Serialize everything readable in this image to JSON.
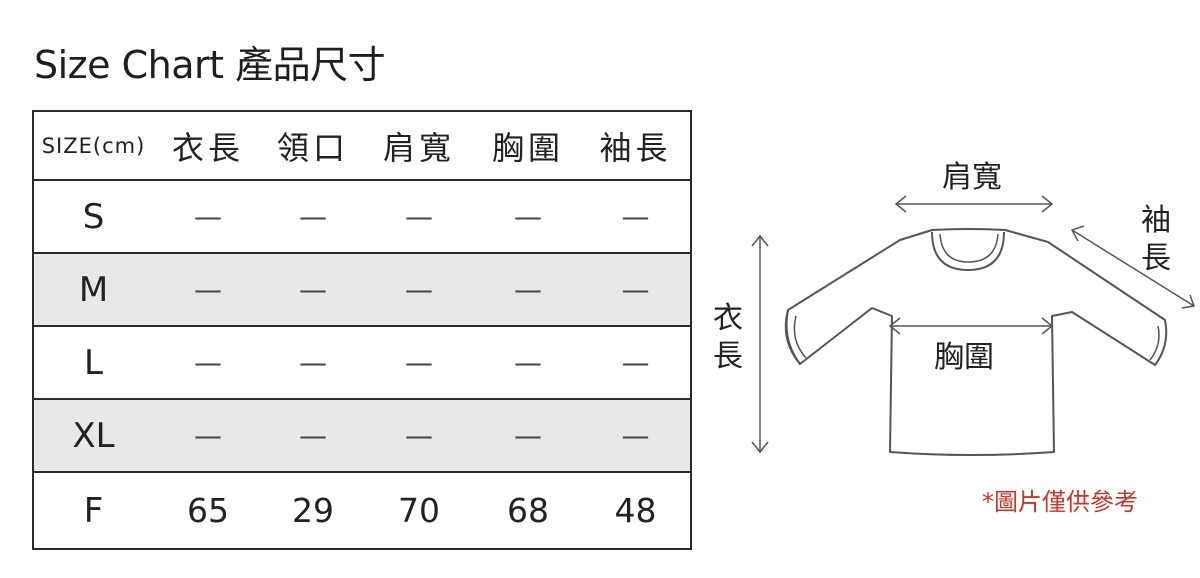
{
  "title": "Size Chart 產品尺寸",
  "table": {
    "headers": [
      "SIZE(cm)",
      "衣長",
      "領口",
      "肩寬",
      "胸圍",
      "袖長"
    ],
    "rows": [
      {
        "size": "S",
        "values": [
          "—",
          "—",
          "—",
          "—",
          "—"
        ]
      },
      {
        "size": "M",
        "values": [
          "—",
          "—",
          "—",
          "—",
          "—"
        ]
      },
      {
        "size": "L",
        "values": [
          "—",
          "—",
          "—",
          "—",
          "—"
        ]
      },
      {
        "size": "XL",
        "values": [
          "—",
          "—",
          "—",
          "—",
          "—"
        ]
      },
      {
        "size": "F",
        "values": [
          "65",
          "29",
          "70",
          "68",
          "48"
        ]
      }
    ]
  },
  "diagram": {
    "shoulder_label": "肩寬",
    "sleeve_label_1": "袖",
    "sleeve_label_2": "長",
    "length_label_1": "衣",
    "length_label_2": "長",
    "chest_label": "胸圍"
  },
  "note": "*圖片僅供參考",
  "colors": {
    "shaded_row": "#e8e8e8",
    "note": "#c0392b",
    "line": "#555555"
  }
}
